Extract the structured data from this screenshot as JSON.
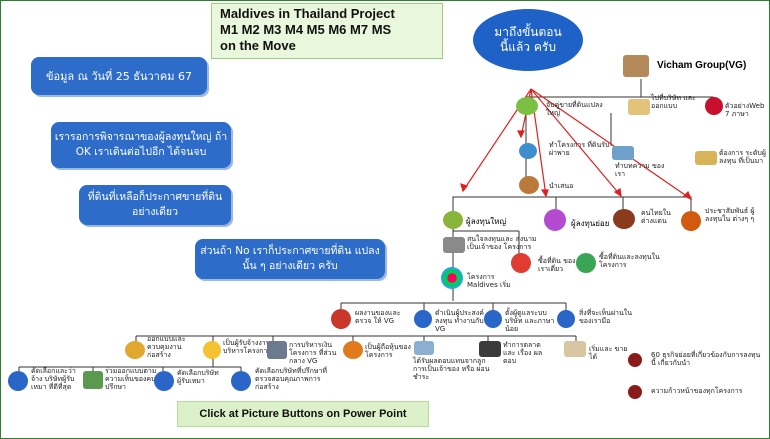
{
  "title": {
    "line1": "Maldives in Thailand Project",
    "line2": "M1 M2 M3 M4 M5 M6 M7 MS",
    "line3": "on the Move"
  },
  "oval": {
    "line1": "มาถึงขั้นตอน",
    "line2": "นี้แล้ว ครับ"
  },
  "callouts": {
    "date": "ข้อมูล ณ วันที่ 25 ธันวาคม 67",
    "consider": "เรารอการพิจารณาของผู้ลงทุนใหญ่ ถ้า OK เราเดินต่อไปอีก ได้จนจบ",
    "land": "ที่ดินที่เหลือก็ประกาศขายที่ดิน อย่างเดียว",
    "no": "ส่วนถ้า No เราก็ประกาศขายที่ดิน แปลงนั้น ๆ อย่างเดียว ครับ"
  },
  "root": {
    "label": "Vicham Group(VG)"
  },
  "nodes": {
    "n1": "จับคู่ขายที่ดินแปลงใหญ่",
    "n2": "ไปที่บริษัท และออกแบบ",
    "n3": "ตัวอย่างWeb 7 ภาษา",
    "n4": "ทำโครงการ ที่ดินรับ ผ่าพาย",
    "n5": "ทำบทความ ของเรา",
    "n6": "ต้องการ ระดับผู้ลงทุน ที่เป็นมา",
    "n7": "นำเสนอ",
    "big": "ผู้ลงทุนใหญ่",
    "small": "ผู้ลงทุนย่อย",
    "sea": "คนไทยใน ต่างแดน",
    "pr": "ประชาสัมพันธ์ ผู้ลงทุนใน ต่างๆ ๆ",
    "meet": "สนใจลงทุนและ ลงนามเป็นเจ้าของ โครงการ",
    "buyland": "ซื้อที่ดิน ของเราเดี่ยว",
    "buyunit": "ซื้อที่ดินและลงทุนใน โครงการ",
    "mstart": "โครงการ Maldives เริ่ม",
    "b1": "ผลงานของและตรวจ ให้ VG",
    "b2": "ดำเนินผู้ประสงค์ลงทุน ทำงานกับ VG",
    "b3": "ตั้งผู้ดูแลระบบบริษัท และภาษาน้อย",
    "b4": "สิ่งที่จะเห็นผ่านใน ของเรามือ",
    "c1": "ออกแบบและ ควบคุมงาน ก่อสร้าง",
    "c2": "เป็นผู้รับจ้างงาน บริหารโครงการ",
    "c3": "การบริหารเงินโครงการ ที่ส่วนกลาง VG",
    "c4": "เป็นผู้ถือหุ้นของ โครงการ",
    "c5": "ได้รับผลตอบแทนจากลูก การเป็นเจ้าของ หรือ ผ่อนชำระ",
    "c6": "ทำการตลาดและ เรื่อง ผลตอบ",
    "c7": "เริ่มและ ขายได้",
    "d1": "คัดเลือกและว่าจ้าง บริษัทผู้รับเหมา ที่ดีที่สุด",
    "d2": "ร่วมออกแบบตาม ความเห็นของคนที่ ปรึกษา",
    "d3": "คัดเลือกบริษัท ผู้รับเหมา",
    "d4": "คัดเลือกบริษัทที่ปรึกษาที่ ตรวจสอบคุณภาพการ ก่อสร้าง",
    "legend1": "60 ธุรกิจย่อยที่เกี่ยวข้องกับการลงทุนนี้ เกี่ยวกับนำ",
    "legend2": "ความก้าวหน้าของทุกโครงการ"
  },
  "footer": "Click at Picture Buttons on Power Point",
  "colors": {
    "blue": "#2e6cc9",
    "arrow": "#e02020",
    "green_bg": "#e9f7dc"
  }
}
